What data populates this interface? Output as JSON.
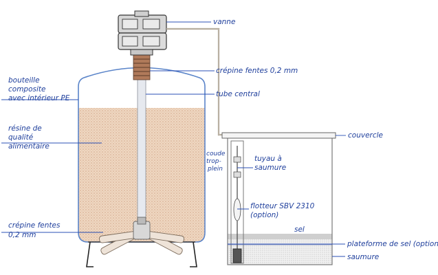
{
  "labels": {
    "vanne": "vanne",
    "crepine_top": "crépine fentes 0,2 mm",
    "tube_central": "tube central",
    "bouteille_1": "bouteille",
    "bouteille_2": "composite",
    "bouteille_3": "avec intérieur PE",
    "resine_1": "résine de",
    "resine_2": "qualité",
    "resine_3": "alimentaire",
    "crepine_bottom_1": "crépine fentes",
    "crepine_bottom_2": "0,2 mm",
    "couvercle": "couvercle",
    "coude_1": "coude",
    "coude_2": "trop-",
    "coude_3": "plein",
    "tuyau_1": "tuyau à",
    "tuyau_2": "saumure",
    "flotteur_1": "flotteur SBV 2310",
    "flotteur_2": "(option)",
    "sel": "sel",
    "plateforme": "plateforme de sel (option)",
    "saumure": "saumure"
  },
  "colors": {
    "label": "#1f3f9c",
    "resin": "#e9cdb4",
    "tank_outline": "#5a84c9",
    "brine": "#e8e8e8",
    "valve": "#d6d6d6"
  }
}
